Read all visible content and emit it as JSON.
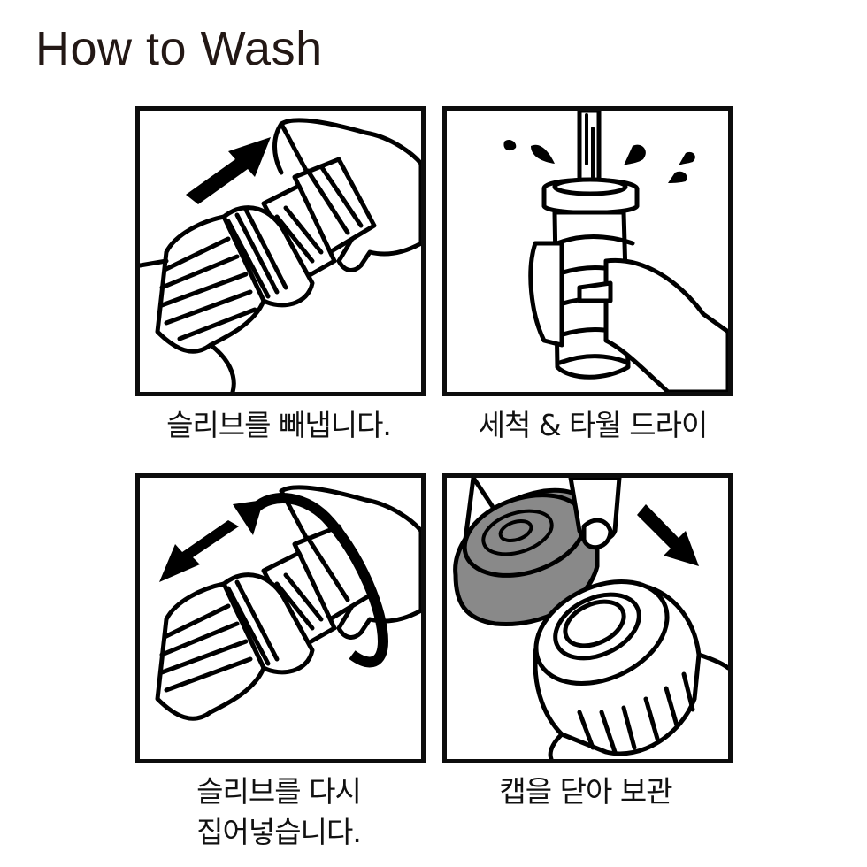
{
  "header": {
    "title": "How to Wash"
  },
  "steps": [
    {
      "caption": "슬리브를 빼냅니다.",
      "illustration": "remove-sleeve",
      "arrow": "up-right"
    },
    {
      "caption": "세척 & 타월 드라이",
      "illustration": "rinse-under-water",
      "arrow": "water-drops"
    },
    {
      "caption_line1": "슬리브를 다시",
      "caption_line2": "집어넣습니다.",
      "illustration": "reinsert-sleeve",
      "arrow": "down-left-rotate"
    },
    {
      "caption": "캡을 닫아 보관",
      "illustration": "close-cap",
      "arrow": "down-right"
    }
  ],
  "colors": {
    "text": "#231815",
    "line": "#000000",
    "cap_gray": "#898989",
    "background": "#ffffff"
  }
}
